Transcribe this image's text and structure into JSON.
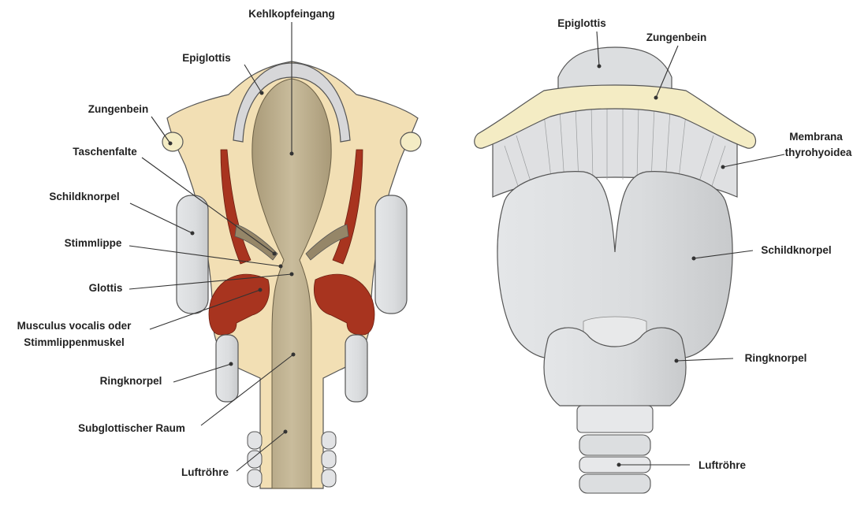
{
  "sectional_view": {
    "labels": {
      "laryngeal_inlet": "Kehlkopfeingang",
      "epiglottis": "Epiglottis",
      "hyoid": "Zungenbein",
      "vestibular_fold": "Taschenfalte",
      "thyroid_cartilage": "Schildknorpel",
      "vocal_fold": "Stimmlippe",
      "glottis": "Glottis",
      "vocalis_line1": "Musculus vocalis oder",
      "vocalis_line2": "Stimmlippenmuskel",
      "cricoid": "Ringknorpel",
      "subglottic": "Subglottischer Raum",
      "trachea": "Luftröhre"
    }
  },
  "external_view": {
    "labels": {
      "epiglottis": "Epiglottis",
      "hyoid": "Zungenbein",
      "membrane_line1": "Membrana",
      "membrane_line2": "thyrohyoidea",
      "thyroid_cartilage": "Schildknorpel",
      "cricoid": "Ringknorpel",
      "trachea": "Luftröhre"
    }
  },
  "colors": {
    "cartilage_tan": "#f2dfb4",
    "bone": "#f4ecc4",
    "lumen": "#b8aa8a",
    "muscle": "#a8341f",
    "gray_cartilage": "#dcdee0",
    "outline": "#555555"
  }
}
